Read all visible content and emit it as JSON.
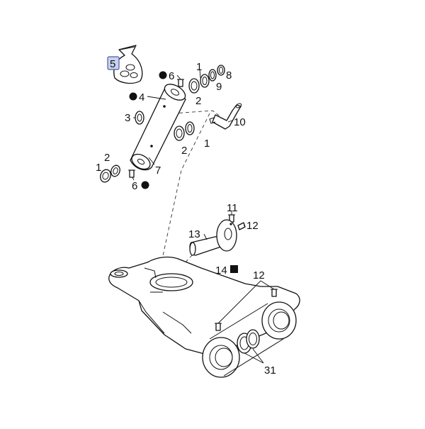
{
  "callouts": [
    {
      "id": "c5",
      "text": "5"
    },
    {
      "id": "c6a",
      "text": "6"
    },
    {
      "id": "c4",
      "text": "4"
    },
    {
      "id": "c3",
      "text": "3"
    },
    {
      "id": "c7",
      "text": "7"
    },
    {
      "id": "c2a",
      "text": "2"
    },
    {
      "id": "c1a",
      "text": "1"
    },
    {
      "id": "c6b",
      "text": "6"
    },
    {
      "id": "c1b",
      "text": "1"
    },
    {
      "id": "c2b",
      "text": "2"
    },
    {
      "id": "c9",
      "text": "9"
    },
    {
      "id": "c8",
      "text": "8"
    },
    {
      "id": "c10",
      "text": "10"
    },
    {
      "id": "c2c",
      "text": "2"
    },
    {
      "id": "c1c",
      "text": "1"
    },
    {
      "id": "c11",
      "text": "11"
    },
    {
      "id": "c12a",
      "text": "12"
    },
    {
      "id": "c13",
      "text": "13"
    },
    {
      "id": "c14",
      "text": "14"
    },
    {
      "id": "c12b",
      "text": "12"
    },
    {
      "id": "c31",
      "text": "31"
    }
  ],
  "colors": {
    "ink": "#111111",
    "highlight_fill": "#c8d2ef",
    "highlight_stroke": "#4a5ea8"
  },
  "markers": {
    "dot": "filled-circle",
    "square": "filled-square"
  }
}
